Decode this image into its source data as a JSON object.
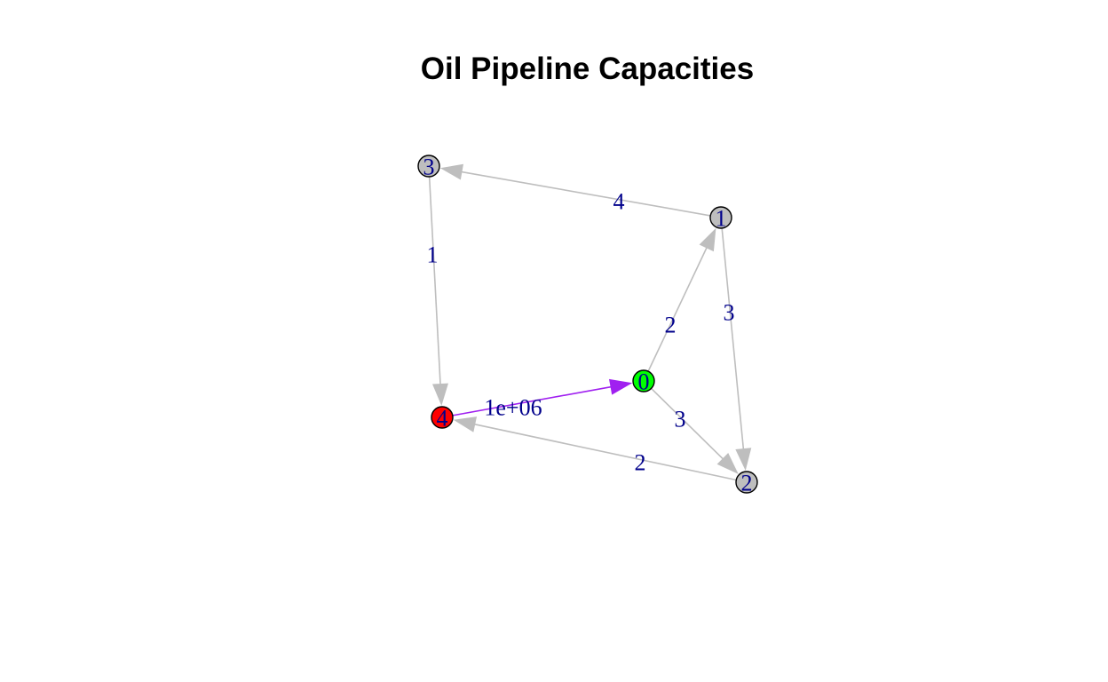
{
  "title": "Oil Pipeline Capacities",
  "colors": {
    "edge_default": "#bebebe",
    "edge_highlight": "#a020f0",
    "edge_label": "#00008b",
    "node_default": "#bebebe",
    "node_source": "#00ff00",
    "node_sink": "#ff0000",
    "node_border": "#000000"
  },
  "graph": {
    "nodes": [
      {
        "id": "0",
        "label": "0",
        "fill": "node_source"
      },
      {
        "id": "1",
        "label": "1",
        "fill": "node_default"
      },
      {
        "id": "2",
        "label": "2",
        "fill": "node_default"
      },
      {
        "id": "3",
        "label": "3",
        "fill": "node_default"
      },
      {
        "id": "4",
        "label": "4",
        "fill": "node_sink"
      }
    ],
    "edges": [
      {
        "from": "1",
        "to": "3",
        "label": "4",
        "highlight": false
      },
      {
        "from": "3",
        "to": "4",
        "label": "1",
        "highlight": false
      },
      {
        "from": "0",
        "to": "1",
        "label": "2",
        "highlight": false
      },
      {
        "from": "1",
        "to": "2",
        "label": "3",
        "highlight": false
      },
      {
        "from": "0",
        "to": "2",
        "label": "3",
        "highlight": false
      },
      {
        "from": "2",
        "to": "4",
        "label": "2",
        "highlight": false
      },
      {
        "from": "4",
        "to": "0",
        "label": "1e+06",
        "highlight": true
      }
    ]
  }
}
